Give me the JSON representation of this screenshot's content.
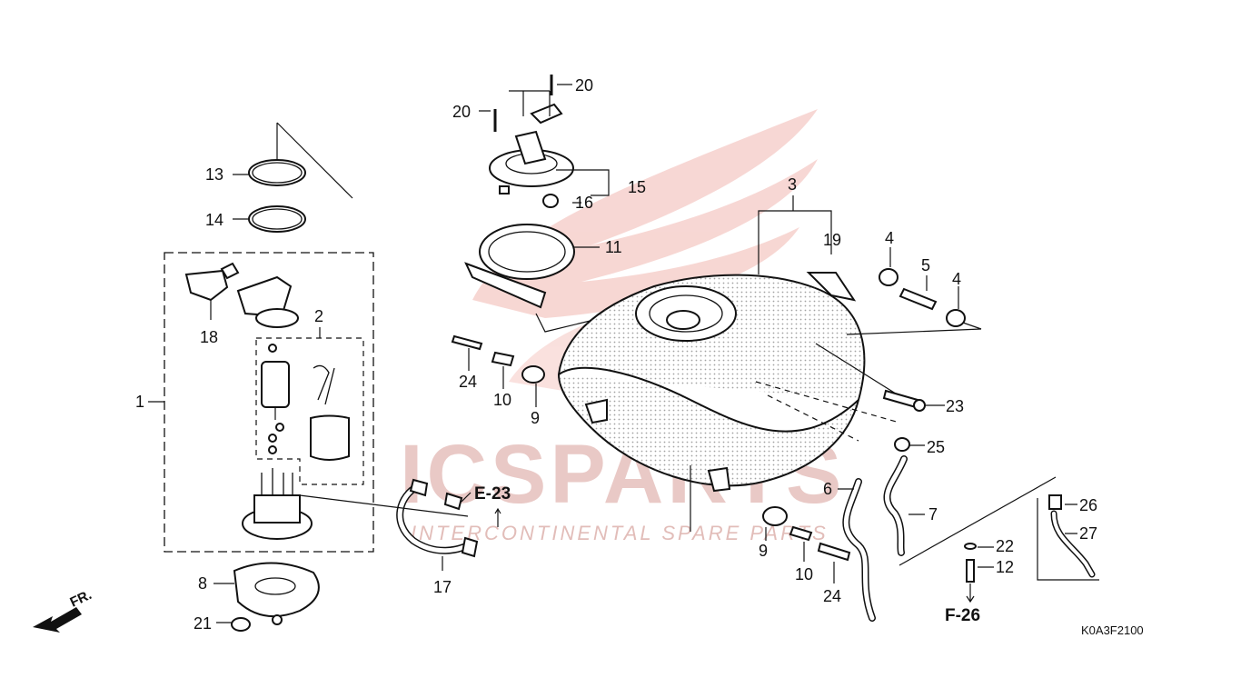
{
  "watermark": {
    "brand": "ICSPARTS",
    "tagline": "INTERCONTINENTAL SPARE PARTS"
  },
  "diagram_code": "K0A3F2100",
  "front_marker": "FR.",
  "references": {
    "e23": "E-23",
    "f26": "F-26"
  },
  "callouts": {
    "c1": "1",
    "c2": "2",
    "c3": "3",
    "c4a": "4",
    "c4b": "4",
    "c5": "5",
    "c6": "6",
    "c7": "7",
    "c8": "8",
    "c9a": "9",
    "c9b": "9",
    "c10a": "10",
    "c10b": "10",
    "c11": "11",
    "c12": "12",
    "c13": "13",
    "c14": "14",
    "c15": "15",
    "c16": "16",
    "c17": "17",
    "c18": "18",
    "c19": "19",
    "c20a": "20",
    "c20b": "20",
    "c21": "21",
    "c22": "22",
    "c23": "23",
    "c24a": "24",
    "c24b": "24",
    "c25": "25",
    "c26": "26",
    "c27": "27"
  }
}
